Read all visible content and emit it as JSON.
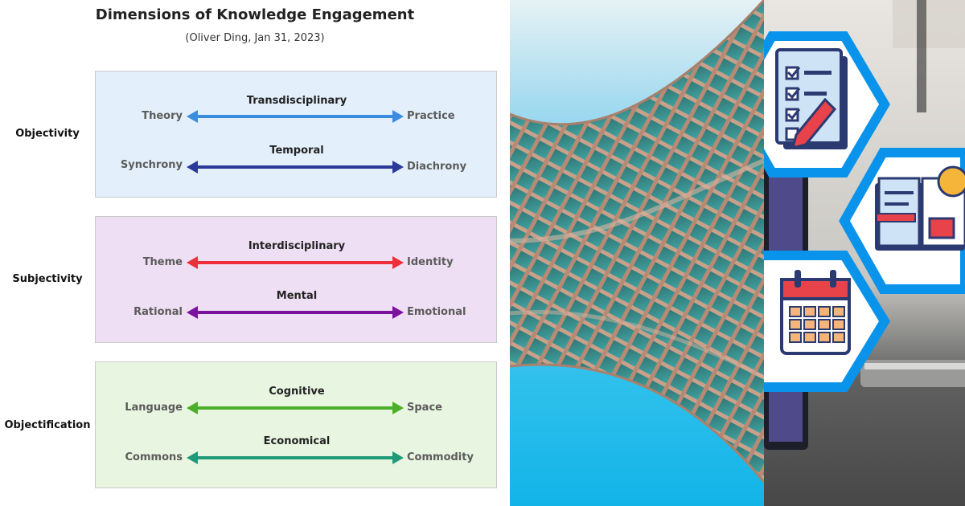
{
  "header": {
    "title": "Dimensions of Knowledge Engagement",
    "subtitle": "(Oliver Ding, Jan 31, 2023)"
  },
  "groups": [
    {
      "label": "Objectivity",
      "bg": "#e3f0fb",
      "dimensions": [
        {
          "title": "Transdisciplinary",
          "left": "Theory",
          "right": "Practice",
          "color": "#3b8be0"
        },
        {
          "title": "Temporal",
          "left": "Synchrony",
          "right": "Diachrony",
          "color": "#2b3a99"
        }
      ]
    },
    {
      "label": "Subjectivity",
      "bg": "#efdff4",
      "dimensions": [
        {
          "title": "Interdisciplinary",
          "left": "Theme",
          "right": "Identity",
          "color": "#ee2e3a"
        },
        {
          "title": "Mental",
          "left": "Rational",
          "right": "Emotional",
          "color": "#7b129e"
        }
      ]
    },
    {
      "label": "Objectification",
      "bg": "#e8f5e0",
      "dimensions": [
        {
          "title": "Cognitive",
          "left": "Language",
          "right": "Space",
          "color": "#4caf2a"
        },
        {
          "title": "Economical",
          "left": "Commons",
          "right": "Commodity",
          "color": "#1f9a78"
        }
      ]
    }
  ],
  "images": {
    "middle": "architecture-lattice-photo",
    "right": "checklist-notebook-calendar-icons"
  },
  "colors": {
    "hex_border": "#0a93ea",
    "sky_top": "#e6f2f5",
    "sky_bottom": "#12b4e8"
  }
}
